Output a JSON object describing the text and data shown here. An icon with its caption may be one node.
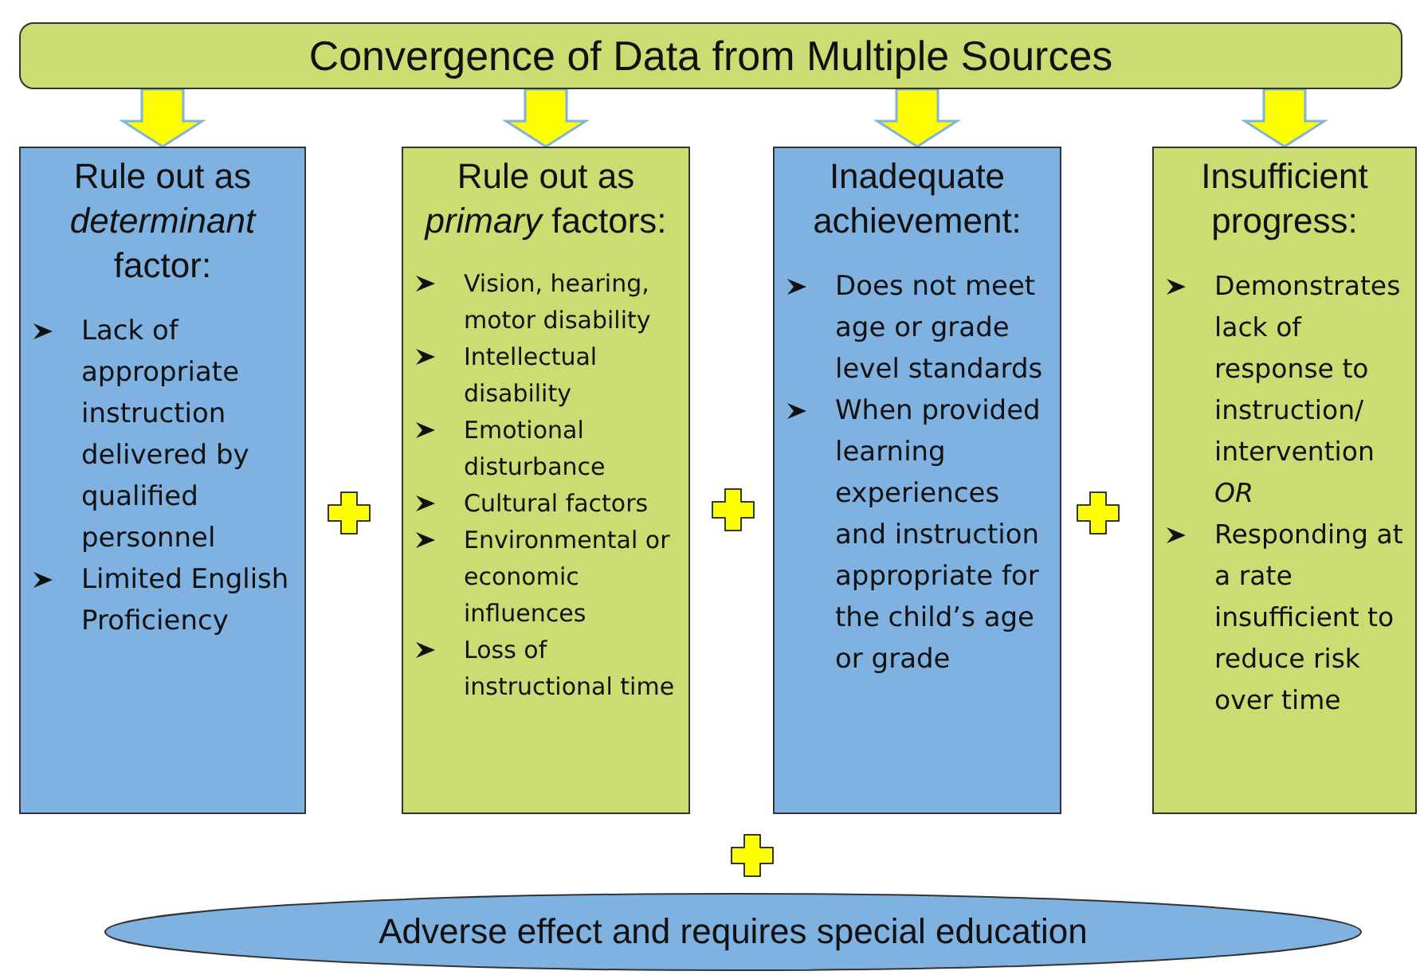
{
  "diagram": {
    "nodes": [
      {
        "text": [
          "Convergence of Data from Multiple Sources"
        ]
      },
      {
        "text": [
          "Rule out as *determinant* factor:",
          "Lack of appropriate instruction delivered by qualified personnel",
          "Limited English Proficiency"
        ]
      },
      {
        "text": [
          "Rule out as *primary* factors:",
          "Vision, hearing, motor disability",
          "Intellectual disability",
          "Emotional disturbance",
          "Cultural factors",
          "Environmental or economic influences",
          "Loss of instructional time"
        ]
      },
      {
        "text": [
          "Inadequate achievement:",
          "Does not meet age or grade level standards",
          "When provided learning experiences and instruction appropriate for the child’s age or grade"
        ]
      },
      {
        "text": [
          "Insufficient progress:",
          "Demonstrates lack of response to instruction/ intervention *OR*",
          "Responding at a rate insufficient to reduce risk over time"
        ]
      },
      {
        "text": [
          "Adverse effect and requires special education"
        ]
      }
    ],
    "edges": [
      {
        "from": 0,
        "to": 1,
        "arrow": "to"
      },
      {
        "from": 0,
        "to": 2,
        "arrow": "to"
      },
      {
        "from": 0,
        "to": 3,
        "arrow": "to"
      },
      {
        "from": 0,
        "to": 4,
        "arrow": "to"
      }
    ]
  }
}
